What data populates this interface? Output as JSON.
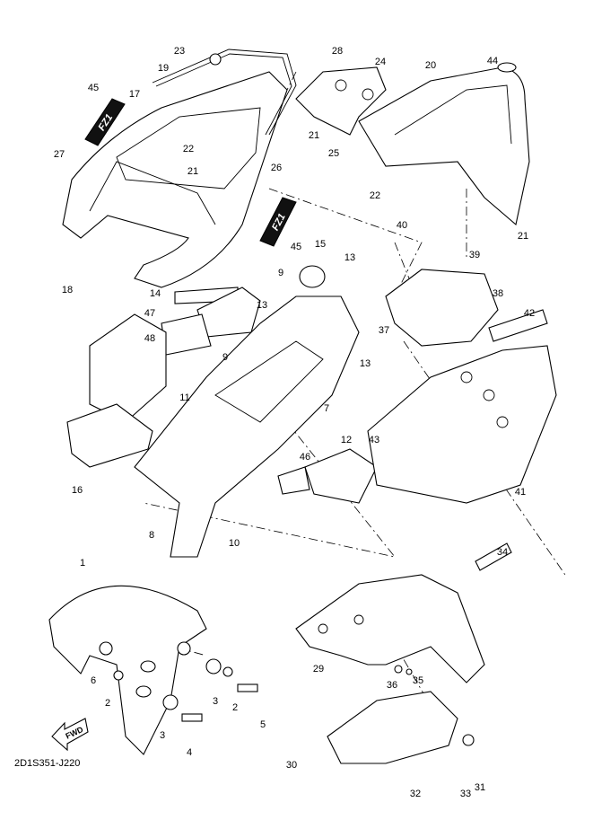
{
  "diagram": {
    "callouts": [
      "23",
      "28",
      "24",
      "44",
      "20",
      "19",
      "45",
      "17",
      "27",
      "22",
      "21",
      "21",
      "25",
      "26",
      "22",
      "21",
      "18",
      "40",
      "39",
      "45",
      "15",
      "13",
      "9",
      "14",
      "38",
      "42",
      "47",
      "48",
      "13",
      "37",
      "9",
      "13",
      "11",
      "7",
      "43",
      "12",
      "46",
      "16",
      "41",
      "8",
      "10",
      "34",
      "1",
      "29",
      "6",
      "2",
      "3",
      "2",
      "36",
      "35",
      "5",
      "3",
      "4",
      "30",
      "31",
      "32",
      "33"
    ],
    "fwd_label": "FWD",
    "drawing_code": "2D1S351-J220",
    "decal_text": "FZ1"
  }
}
